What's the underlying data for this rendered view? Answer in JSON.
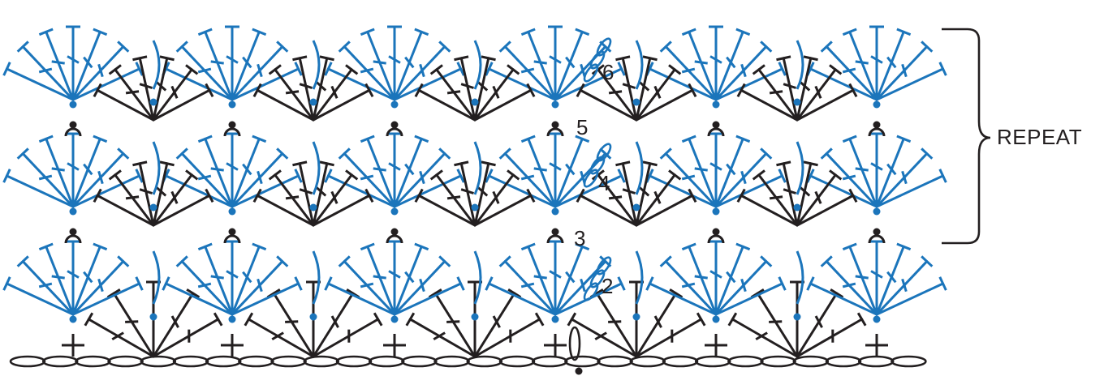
{
  "colors": {
    "black": "#231f20",
    "blue": "#1b75bb"
  },
  "symbols": {
    "chain": "chain-oval",
    "single_crochet": "plus-mark",
    "double_crochet": "crossed-stem",
    "slip_stitch": "dot",
    "treble": "double-hatched-stem"
  },
  "diagram": {
    "row_labels": [
      {
        "row": 2,
        "text": "2"
      },
      {
        "row": 3,
        "text": "3"
      },
      {
        "row": 4,
        "text": "4"
      },
      {
        "row": 5,
        "text": "5"
      },
      {
        "row": 6,
        "text": "6"
      }
    ],
    "repeat_label": "REPEAT",
    "shell_count_per_row": 6,
    "rows_repeated": [
      "3",
      "4",
      "5",
      "6"
    ]
  }
}
